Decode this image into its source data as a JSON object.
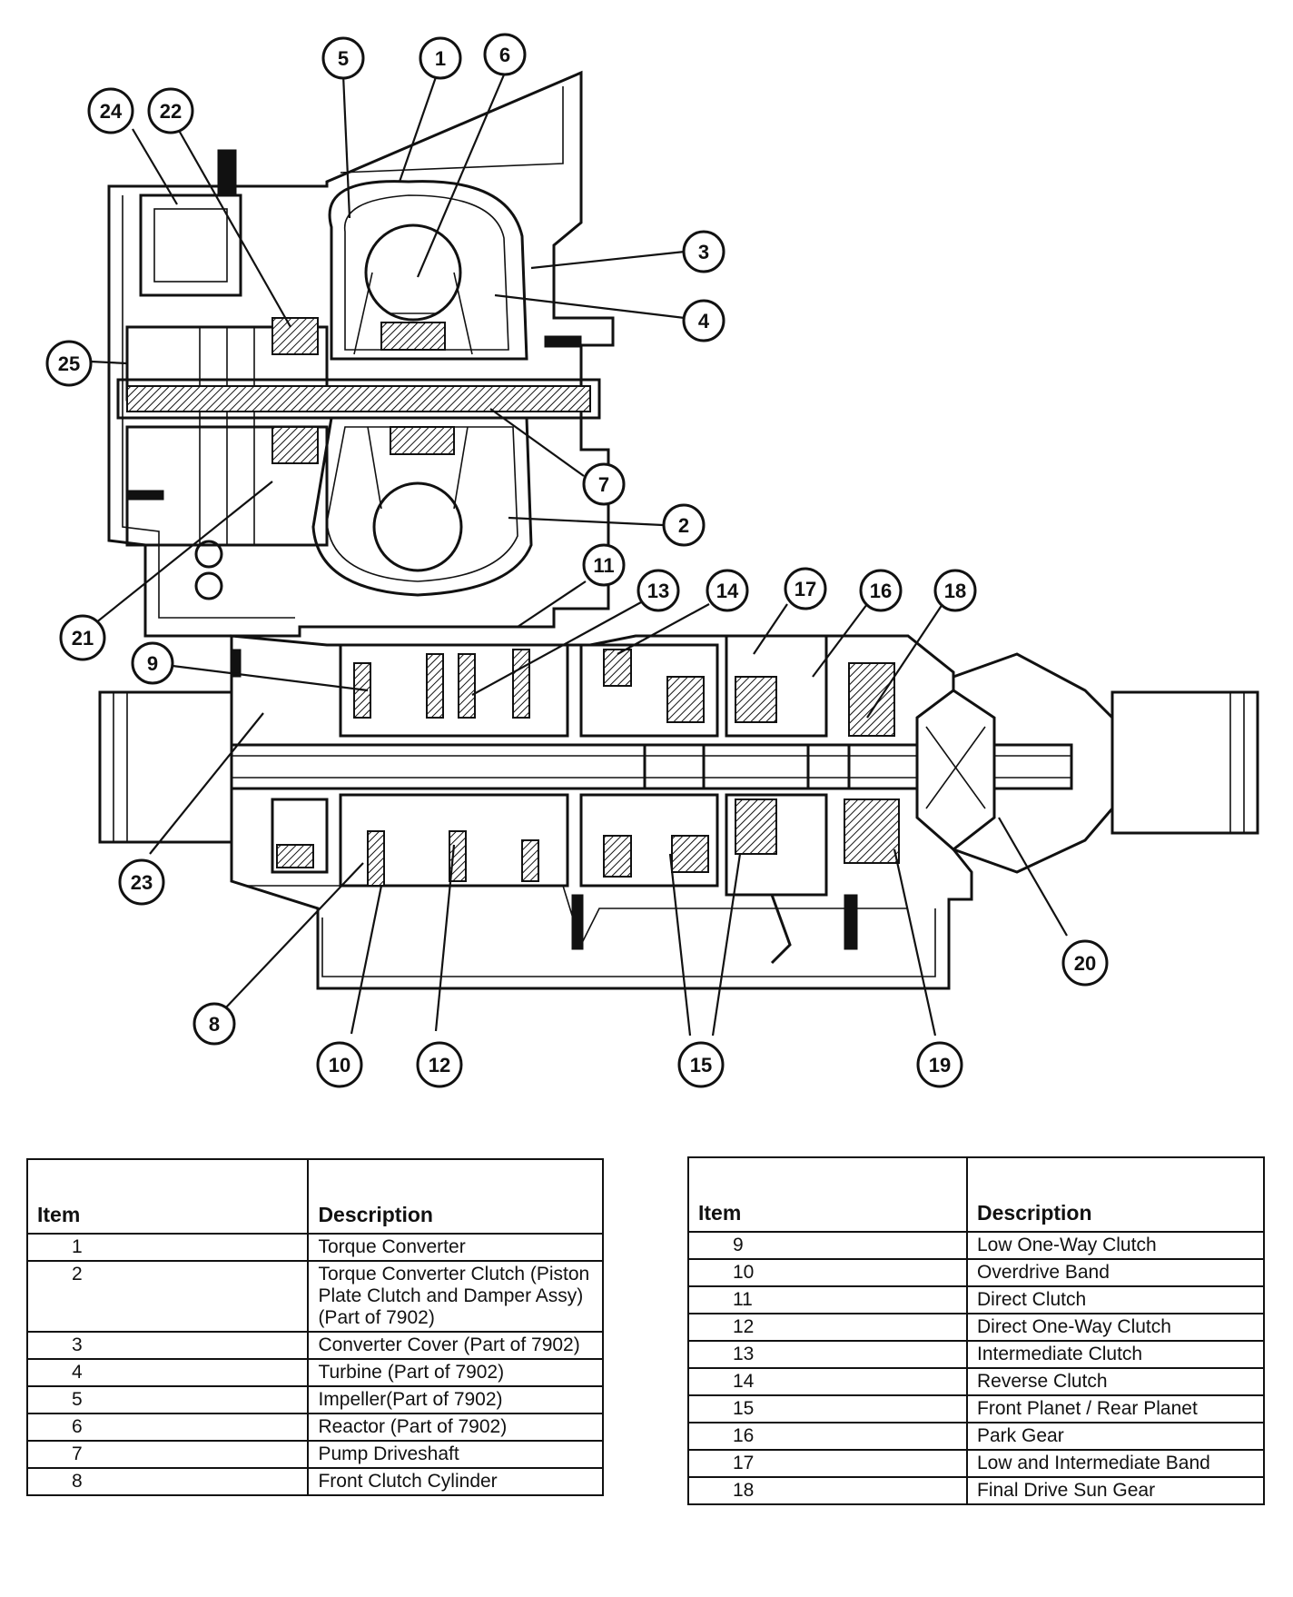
{
  "callouts": [
    "5",
    "1",
    "6",
    "24",
    "22",
    "3",
    "4",
    "25",
    "7",
    "2",
    "21",
    "11",
    "13",
    "14",
    "17",
    "16",
    "18",
    "9",
    "23",
    "20",
    "8",
    "10",
    "12",
    "15",
    "19"
  ],
  "legend_left": {
    "header_item": "Item",
    "header_description": "Description",
    "rows": [
      {
        "item": "1",
        "description": "Torque Converter"
      },
      {
        "item": "2",
        "description": "Torque Converter Clutch (Piston Plate Clutch and Damper Assy) (Part of 7902)"
      },
      {
        "item": "3",
        "description": "Converter Cover (Part of 7902)"
      },
      {
        "item": "4",
        "description": "Turbine (Part of 7902)"
      },
      {
        "item": "5",
        "description": "Impeller(Part of 7902)"
      },
      {
        "item": "6",
        "description": "Reactor (Part of 7902)"
      },
      {
        "item": "7",
        "description": "Pump Driveshaft"
      },
      {
        "item": "8",
        "description": "Front Clutch Cylinder"
      }
    ]
  },
  "legend_right": {
    "header_item": "Item",
    "header_description": "Description",
    "rows": [
      {
        "item": "9",
        "description": "Low One-Way Clutch"
      },
      {
        "item": "10",
        "description": "Overdrive Band"
      },
      {
        "item": "11",
        "description": "Direct Clutch"
      },
      {
        "item": "12",
        "description": "Direct One-Way Clutch"
      },
      {
        "item": "13",
        "description": "Intermediate Clutch"
      },
      {
        "item": "14",
        "description": "Reverse Clutch"
      },
      {
        "item": "15",
        "description": "Front Planet / Rear Planet"
      },
      {
        "item": "16",
        "description": "Park Gear"
      },
      {
        "item": "17",
        "description": "Low and Intermediate Band"
      },
      {
        "item": "18",
        "description": "Final Drive Sun Gear"
      }
    ]
  }
}
